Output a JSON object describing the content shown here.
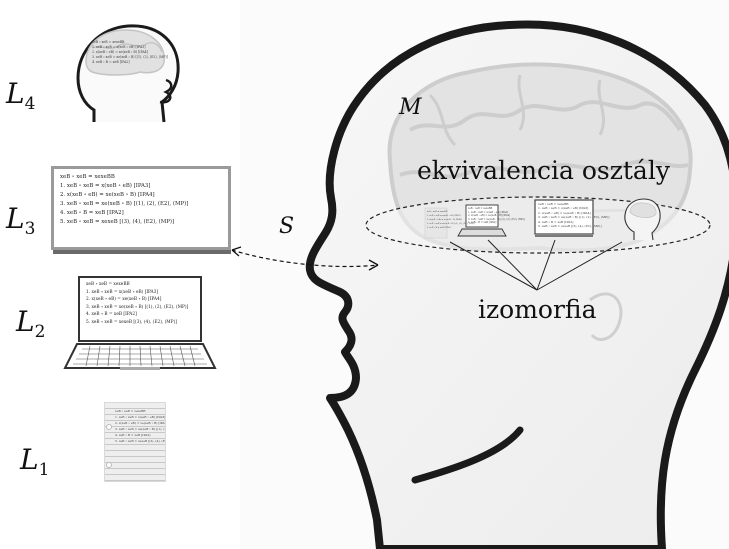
{
  "labels": {
    "L4": {
      "base": "L",
      "sub": "4"
    },
    "L3": {
      "base": "L",
      "sub": "3"
    },
    "L2": {
      "base": "L",
      "sub": "2"
    },
    "L1": {
      "base": "L",
      "sub": "1"
    },
    "M": "M",
    "S": "S"
  },
  "text": {
    "equivalence_class": "ekvivalencia osztály",
    "isomorphism": "izomorfia"
  },
  "whiteboard": {
    "lines": [
      "xeB ∘ xeB = xexeBB",
      "1.  xeB ∘ xeB = x(xeB ∘ eB)     [IPA3]",
      "2.  x(xeB ∘ eB) = xe(xeB ∘ B)     [IPA4]",
      "3.  xeB ∘ xeB = xe(xeB ∘ B)     [(1), (2), (E2), (MP)]",
      "4.  xeB ∘ B = xeB     [IPA2]",
      "5.  xeB ∘ xeB = xexeB     [(3), (4), (E2), (MP)]"
    ]
  },
  "laptop": {
    "lines": [
      "xeB ∘ xeB = xexeBB",
      "1.  xeB ∘ xeB = x(xeB ∘ eB)     [IPA3]",
      "2.  x(xeB ∘ eB) = xe(xeB ∘ B)     [IPA4]",
      "3.  xeB ∘ xeB = xe(xeB ∘ B)     [(1), (2), (E2), (MP)]",
      "4.  xeB ∘ B = xeB     [IPA2]",
      "5.  xeB ∘ xeB = xexeB     [(3), (4), (E2), (MP)]"
    ]
  },
  "paper": {
    "lines": [
      "xeB ∘ xeB = xexeBB",
      "1.  xeB ∘ xeB = x(xeB ∘ eB)   [IPA3]",
      "2.  x(xeB ∘ eB) = xe(xeB ∘ B)   [IPA4]",
      "3.  xeB ∘ xeB = xe(xeB ∘ B)   [(1), (2), (E2), (MP)]",
      "4.  xeB ∘ B = xeB   [IPA2]",
      "5.  xeB ∘ xeB = xexeB   [(3), (4), (E2), (MP)]"
    ]
  },
  "colors": {
    "head_outline": "#1a1a1a",
    "head_fill": "#f2f2f2",
    "brain_fill": "#e2e2e2",
    "brain_stroke": "#c8c8c8",
    "ellipse_stroke": "#222222"
  }
}
